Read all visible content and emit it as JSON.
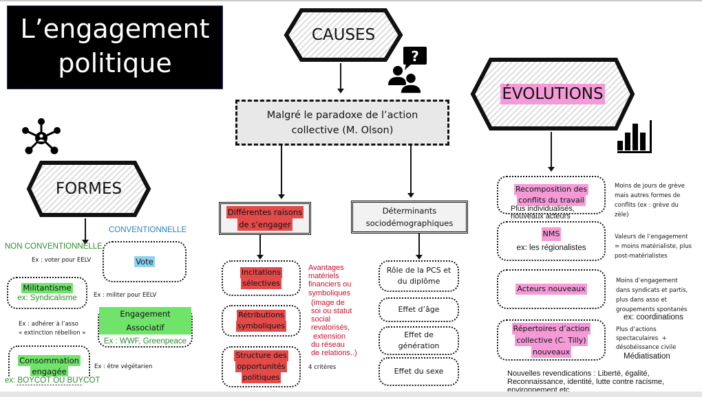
{
  "title": {
    "line1": "L’engagement",
    "line2": "politique"
  },
  "causes": {
    "header": "CAUSES",
    "paradox": {
      "line1": "Malgré le paradoxe de l’action",
      "line2": "collective (M. Olson)"
    },
    "reasons": {
      "header": {
        "line1": "Différentes raisons",
        "line2": "de s’engager"
      },
      "items": [
        {
          "line1": "Incitations",
          "line2": "sélectives"
        },
        {
          "line1": "Rétributions",
          "line2": "symboliques"
        },
        {
          "line1": "Structure des",
          "line2": "opportunités",
          "line3": "politiques"
        }
      ],
      "notes": [
        "Avantages",
        "matériels",
        "financiers ou",
        "symboliques",
        "(image de",
        "soi ou statut",
        "social",
        "revalorisés,",
        " extension",
        "du réseau",
        "de relations..)"
      ],
      "criteria_note": "4 critères"
    },
    "determinants": {
      "header": {
        "line1": "Déterminants",
        "line2": "sociodémographiques"
      },
      "items": [
        {
          "line1": "Rôle de la PCS et",
          "line2": "du diplôme"
        },
        {
          "line1": "Effet d’âge"
        },
        {
          "line1": "Effet de",
          "line2": "génération"
        },
        {
          "line1": "Effet du sexe"
        }
      ]
    }
  },
  "formes": {
    "header": "FORMES",
    "conventional_label": "CONVENTIONNELLE",
    "non_conventional_label": "NON CONVENTIONNELLE",
    "vote": {
      "label": "Vote",
      "example": "Ex : voter pour EELV"
    },
    "militantisme": {
      "label": "Militantisme",
      "sub": "ex: Syndicalisme",
      "example": "Ex : militer pour EELV"
    },
    "associatif": {
      "label": "Engagement Associatif",
      "sub": "Ex : WWF, Greenpeace",
      "example_line1": "Ex : adhérer à l’asso",
      "example_line2": "« extinction rébellion »"
    },
    "consommation": {
      "line1": "Consommation",
      "line2": "engagée",
      "sub": "ex: BOYCOT OU BUYCOT",
      "example": "Ex : être végétarien"
    }
  },
  "evolutions": {
    "header": "ÉVOLUTIONS",
    "items": [
      {
        "line1": "Recomposition des",
        "line2": "conflits du travail",
        "sub1": "Plus individualisés,",
        "sub2": "nouveaux acteurs",
        "note": [
          "Moins de jours de grève",
          "mais autres formes de",
          "conflits (ex : grève du",
          "zèle)"
        ]
      },
      {
        "line1": "NMS",
        "sub1": "ex: les régionalistes",
        "note": [
          "Valeurs de l’engagement",
          "= moins matérialiste, plus",
          "post-matérialistes"
        ]
      },
      {
        "line1": "Acteurs nouveaux",
        "note": [
          "Moins d’engagement",
          "dans syndicats et partis,",
          "plus dans asso et",
          "groupements spontanés"
        ],
        "note_extra": "ex: coordinations"
      },
      {
        "line1": "Répertoires d’action",
        "line2": "collective (C. Tilly)",
        "line3": "nouveaux",
        "note": [
          "Plus d’actions",
          "spectaculaires  +",
          "désobéissance civile"
        ],
        "note_extra": "Médiatisation"
      }
    ],
    "revendications": {
      "line1": "Nouvelles revendications : Liberté, égalité,",
      "line2": "Reconnaissance, identité, lutte contre racisme,",
      "line3": "environnement etc"
    }
  },
  "colors": {
    "pink": "#f49ad7",
    "green": "#6fe36a",
    "red": "#e34a4a",
    "blue": "#8fd2f2",
    "green_text": "#2e8b2e",
    "blue_text": "#2a7fc4",
    "red_text": "#c8102e"
  }
}
